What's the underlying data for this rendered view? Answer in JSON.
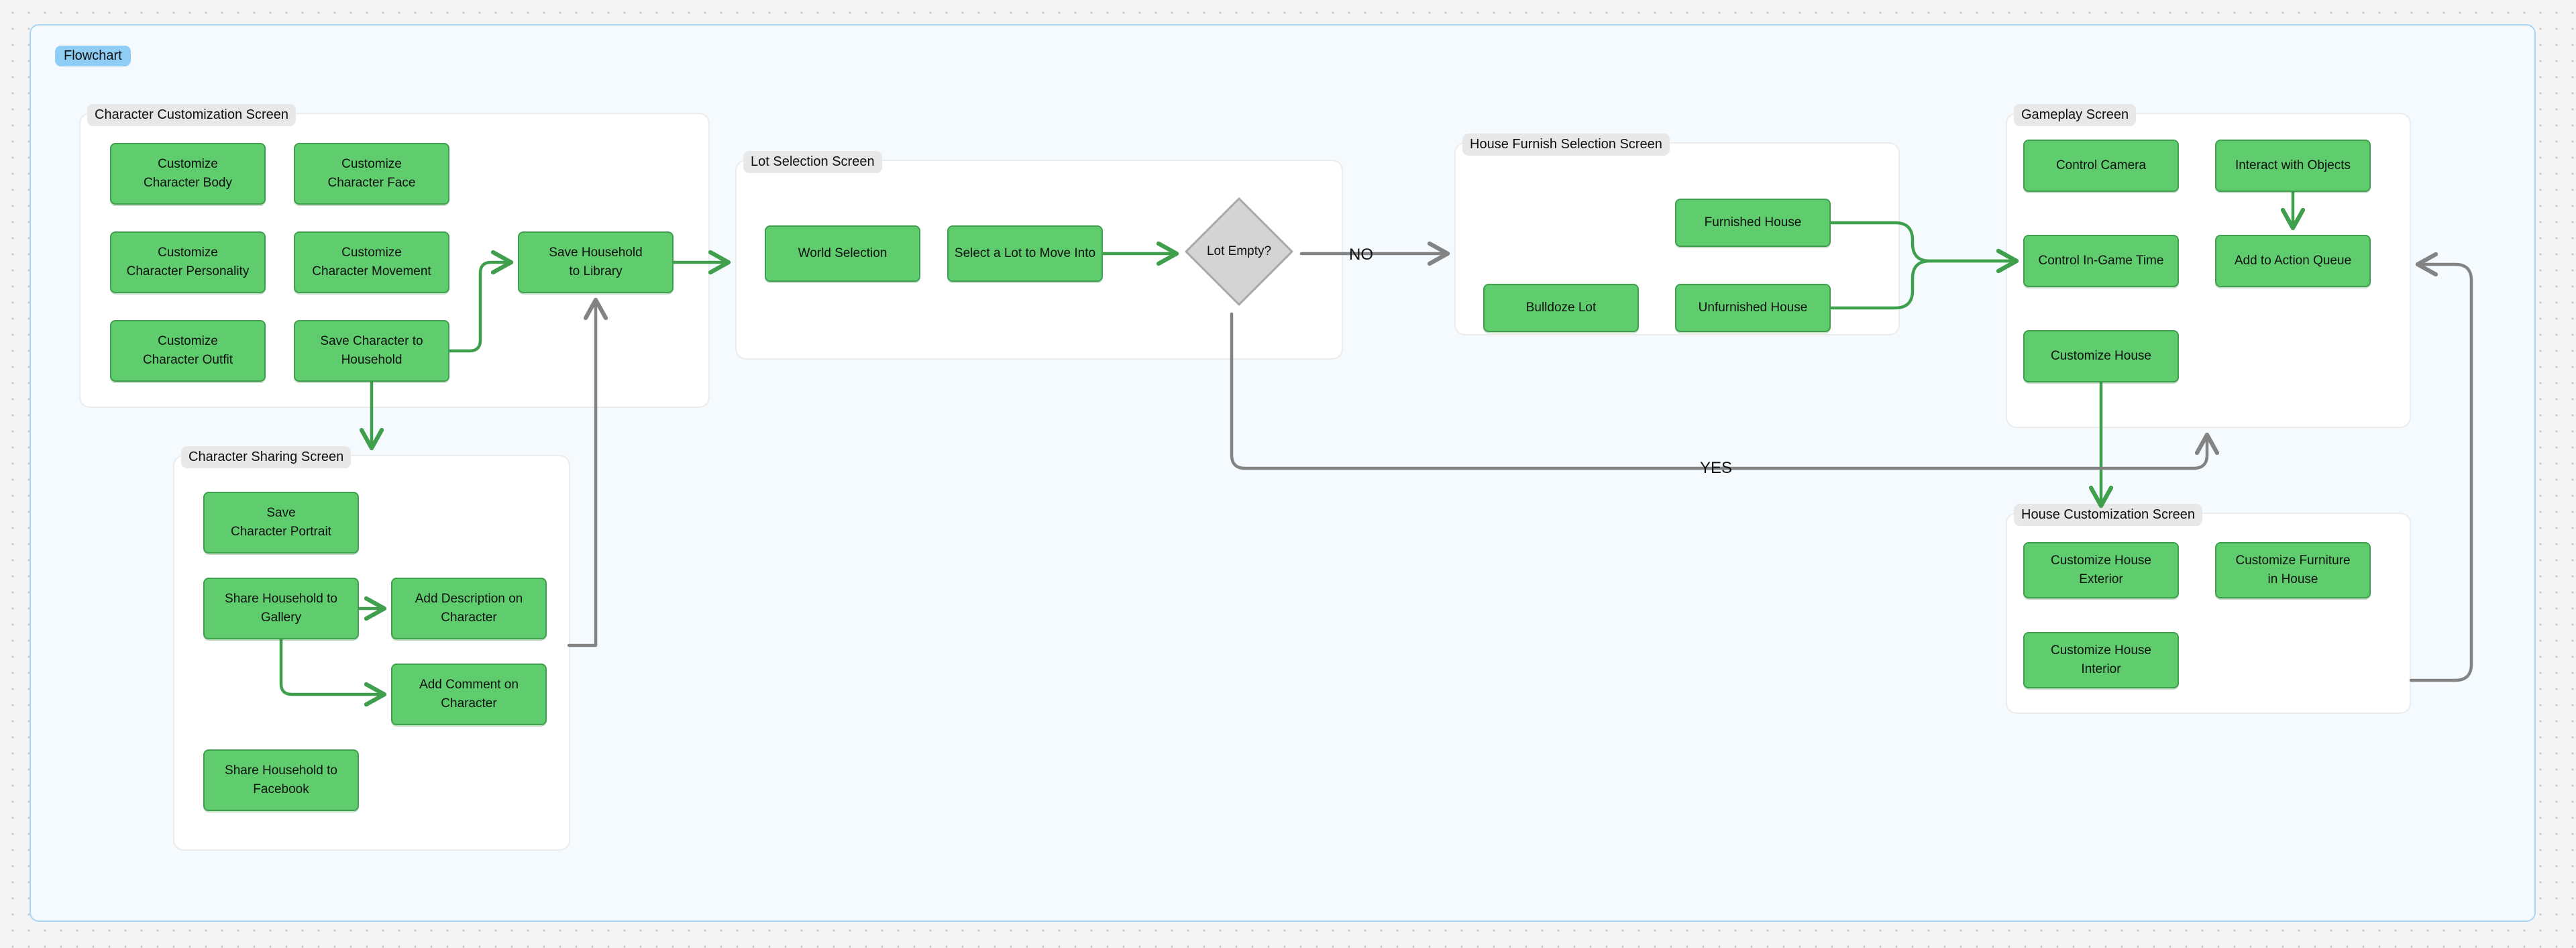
{
  "canvas": {
    "tab_label": "Flowchart",
    "accent_border": "#a9d6f4",
    "accent_fill": "#f4fafe",
    "node_fill": "#5fcd6d",
    "node_border": "#3f9f4d",
    "decision_fill": "#d4d4d4",
    "decision_border": "#a8a8a8",
    "green_edge_color": "#3f9f4d",
    "gray_edge_color": "#777777",
    "group_label_bg": "#e8e8e8"
  },
  "groups": {
    "character_customization": {
      "label": "Character Customization Screen",
      "nodes": [
        {
          "label": "Customize\nCharacter Body"
        },
        {
          "label": "Customize\nCharacter Face"
        },
        {
          "label": "Customize\nCharacter Personality"
        },
        {
          "label": "Customize\nCharacter Movement"
        },
        {
          "label": "Customize\nCharacter Outfit"
        },
        {
          "label": "Save Character to\nHousehold"
        },
        {
          "label": "Save Household\nto Library"
        }
      ]
    },
    "character_sharing": {
      "label": "Character Sharing Screen",
      "nodes": [
        {
          "label": "Save\nCharacter Portrait"
        },
        {
          "label": "Share Household to\nGallery"
        },
        {
          "label": "Add Description on\nCharacter"
        },
        {
          "label": "Add Comment on\nCharacter"
        },
        {
          "label": "Share Household to\nFacebook"
        }
      ]
    },
    "lot_selection": {
      "label": "Lot Selection Screen",
      "nodes": [
        {
          "label": "World Selection"
        },
        {
          "label": "Select a Lot to Move Into"
        }
      ]
    },
    "house_furnish_selection": {
      "label": "House Furnish Selection Screen",
      "nodes": [
        {
          "label": "Furnished House"
        },
        {
          "label": "Bulldoze Lot"
        },
        {
          "label": "Unfurnished House"
        }
      ]
    },
    "gameplay": {
      "label": "Gameplay Screen",
      "nodes": [
        {
          "label": "Control Camera"
        },
        {
          "label": "Interact with Objects"
        },
        {
          "label": "Control In-Game Time"
        },
        {
          "label": "Add to Action Queue"
        },
        {
          "label": "Customize House"
        }
      ]
    },
    "house_customization": {
      "label": "House Customization Screen",
      "nodes": [
        {
          "label": "Customize House\nExterior"
        },
        {
          "label": "Customize Furniture\nin House"
        },
        {
          "label": "Customize House\nInterior"
        }
      ]
    }
  },
  "decision": {
    "label": "Lot Empty?"
  },
  "edge_labels": {
    "no": "NO",
    "yes": "YES"
  }
}
